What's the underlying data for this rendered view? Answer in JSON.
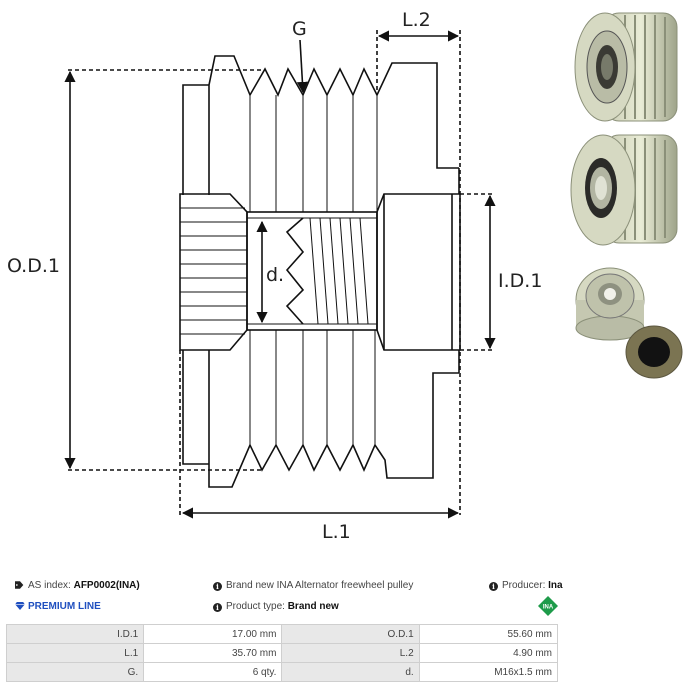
{
  "diagram": {
    "title": "Alternator freewheel pulley dimension drawing",
    "labels": {
      "groove": "G",
      "l2": "L.2",
      "od1": "O.D.1",
      "id1": "I.D.1",
      "thread": "d.",
      "l1": "L.1"
    },
    "groove_count": 6
  },
  "photos": [
    {
      "name": "pulley-front-view",
      "description": "Pulley with splined hub, 6 grooves"
    },
    {
      "name": "pulley-rear-view",
      "description": "Pulley with bearing, 6 grooves"
    },
    {
      "name": "pulley-with-cap",
      "description": "Pulley side view with protective cap"
    }
  ],
  "info": {
    "as_index_label": "AS index:",
    "as_index_value": "AFP0002(INA)",
    "description": "Brand new INA Alternator freewheel pulley",
    "producer_label": "Producer:",
    "producer_value": "Ina",
    "premium_label": "PREMIUM LINE",
    "product_type_label": "Product type:",
    "product_type_value": "Brand new",
    "brand_logo_text": "INA"
  },
  "specs": [
    {
      "label1": "I.D.1",
      "value1": "17.00 mm",
      "label2": "O.D.1",
      "value2": "55.60 mm"
    },
    {
      "label1": "L.1",
      "value1": "35.70 mm",
      "label2": "L.2",
      "value2": "4.90 mm"
    },
    {
      "label1": "G.",
      "value1": "6 qty.",
      "label2": "d.",
      "value2": "M16x1.5 mm"
    }
  ],
  "colors": {
    "premium_blue": "#1f4fbf",
    "ina_green": "#1e9b4a",
    "table_label_bg": "#e8e8e8",
    "table_border": "#cfcfcf"
  }
}
